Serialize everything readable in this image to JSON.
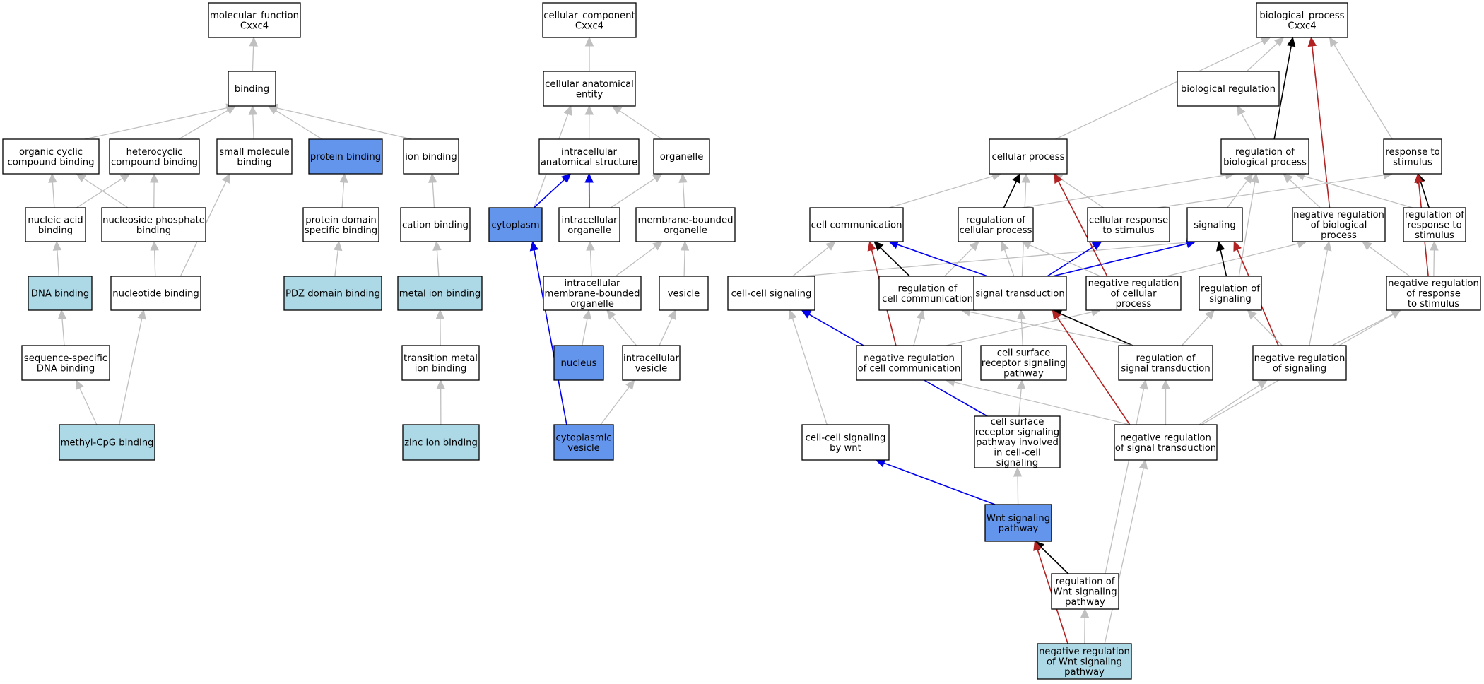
{
  "colors": {
    "white": "#ffffff",
    "annotated_light": "#add8e6",
    "annotated_blue": "#6495ed",
    "edge_gray": "#c0c0c0",
    "edge_black": "#000000",
    "edge_blue": "#0000ee",
    "edge_red": "#b22222"
  },
  "nodes": [
    {
      "id": "mf",
      "lines": [
        "molecular_function",
        "Cxxc4"
      ],
      "fill": "white"
    },
    {
      "id": "binding",
      "lines": [
        "binding"
      ],
      "fill": "white"
    },
    {
      "id": "orgcyc",
      "lines": [
        "organic cyclic",
        "compound binding"
      ],
      "fill": "white"
    },
    {
      "id": "hetcyc",
      "lines": [
        "heterocyclic",
        "compound binding"
      ],
      "fill": "white"
    },
    {
      "id": "smallmol",
      "lines": [
        "small molecule",
        "binding"
      ],
      "fill": "white"
    },
    {
      "id": "protbind",
      "lines": [
        "protein binding"
      ],
      "fill": "annotated_blue"
    },
    {
      "id": "ionbind",
      "lines": [
        "ion binding"
      ],
      "fill": "white"
    },
    {
      "id": "nucacid",
      "lines": [
        "nucleic acid",
        "binding"
      ],
      "fill": "white"
    },
    {
      "id": "nucphos",
      "lines": [
        "nucleoside phosphate",
        "binding"
      ],
      "fill": "white"
    },
    {
      "id": "protdom",
      "lines": [
        "protein domain",
        "specific binding"
      ],
      "fill": "white"
    },
    {
      "id": "cation",
      "lines": [
        "cation binding"
      ],
      "fill": "white"
    },
    {
      "id": "dnabind",
      "lines": [
        "DNA binding"
      ],
      "fill": "annotated_light"
    },
    {
      "id": "nucleotide",
      "lines": [
        "nucleotide binding"
      ],
      "fill": "white"
    },
    {
      "id": "pdz",
      "lines": [
        "PDZ domain binding"
      ],
      "fill": "annotated_light"
    },
    {
      "id": "metal",
      "lines": [
        "metal ion binding"
      ],
      "fill": "annotated_light"
    },
    {
      "id": "seqspec",
      "lines": [
        "sequence-specific",
        "DNA binding"
      ],
      "fill": "white"
    },
    {
      "id": "transmetal",
      "lines": [
        "transition metal",
        "ion binding"
      ],
      "fill": "white"
    },
    {
      "id": "methyl",
      "lines": [
        "methyl-CpG binding"
      ],
      "fill": "annotated_light"
    },
    {
      "id": "zinc",
      "lines": [
        "zinc ion binding"
      ],
      "fill": "annotated_light"
    },
    {
      "id": "cc",
      "lines": [
        "cellular_component",
        "Cxxc4"
      ],
      "fill": "white"
    },
    {
      "id": "cae",
      "lines": [
        "cellular anatomical",
        "entity"
      ],
      "fill": "white"
    },
    {
      "id": "ias",
      "lines": [
        "intracellular",
        "anatomical structure"
      ],
      "fill": "white"
    },
    {
      "id": "organelle",
      "lines": [
        "organelle"
      ],
      "fill": "white"
    },
    {
      "id": "cytoplasm",
      "lines": [
        "cytoplasm"
      ],
      "fill": "annotated_blue"
    },
    {
      "id": "intorg",
      "lines": [
        "intracellular",
        "organelle"
      ],
      "fill": "white"
    },
    {
      "id": "membound",
      "lines": [
        "membrane-bounded",
        "organelle"
      ],
      "fill": "white"
    },
    {
      "id": "intmem",
      "lines": [
        "intracellular",
        "membrane-bounded",
        "organelle"
      ],
      "fill": "white"
    },
    {
      "id": "vesicle",
      "lines": [
        "vesicle"
      ],
      "fill": "white"
    },
    {
      "id": "nucleus",
      "lines": [
        "nucleus"
      ],
      "fill": "annotated_blue"
    },
    {
      "id": "intves",
      "lines": [
        "intracellular",
        "vesicle"
      ],
      "fill": "white"
    },
    {
      "id": "cytves",
      "lines": [
        "cytoplasmic",
        "vesicle"
      ],
      "fill": "annotated_blue"
    },
    {
      "id": "bp",
      "lines": [
        "biological_process",
        "Cxxc4"
      ],
      "fill": "white"
    },
    {
      "id": "bioreg",
      "lines": [
        "biological regulation"
      ],
      "fill": "white"
    },
    {
      "id": "cellproc",
      "lines": [
        "cellular process"
      ],
      "fill": "white"
    },
    {
      "id": "regbio",
      "lines": [
        "regulation of",
        "biological process"
      ],
      "fill": "white"
    },
    {
      "id": "respstim",
      "lines": [
        "response to",
        "stimulus"
      ],
      "fill": "white"
    },
    {
      "id": "cellcomm",
      "lines": [
        "cell communication"
      ],
      "fill": "white"
    },
    {
      "id": "regcell",
      "lines": [
        "regulation of",
        "cellular process"
      ],
      "fill": "white"
    },
    {
      "id": "cellresp",
      "lines": [
        "cellular response",
        "to stimulus"
      ],
      "fill": "white"
    },
    {
      "id": "signaling",
      "lines": [
        "signaling"
      ],
      "fill": "white"
    },
    {
      "id": "negregbio",
      "lines": [
        "negative regulation",
        "of biological",
        "process"
      ],
      "fill": "white"
    },
    {
      "id": "regresp",
      "lines": [
        "regulation of",
        "response to",
        "stimulus"
      ],
      "fill": "white"
    },
    {
      "id": "ccsig",
      "lines": [
        "cell-cell signaling"
      ],
      "fill": "white"
    },
    {
      "id": "regcomm",
      "lines": [
        "regulation of",
        "cell communication"
      ],
      "fill": "white"
    },
    {
      "id": "sigtrans",
      "lines": [
        "signal transduction"
      ],
      "fill": "white"
    },
    {
      "id": "negregcell",
      "lines": [
        "negative regulation",
        "of cellular",
        "process"
      ],
      "fill": "white"
    },
    {
      "id": "regsig",
      "lines": [
        "regulation of",
        "signaling"
      ],
      "fill": "white"
    },
    {
      "id": "negregresp",
      "lines": [
        "negative regulation",
        "of response",
        "to stimulus"
      ],
      "fill": "white"
    },
    {
      "id": "negregcomm",
      "lines": [
        "negative regulation",
        "of cell communication"
      ],
      "fill": "white"
    },
    {
      "id": "csrsp",
      "lines": [
        "cell surface",
        "receptor signaling",
        "pathway"
      ],
      "fill": "white"
    },
    {
      "id": "regsigtrans",
      "lines": [
        "regulation of",
        "signal transduction"
      ],
      "fill": "white"
    },
    {
      "id": "negregsig",
      "lines": [
        "negative regulation",
        "of signaling"
      ],
      "fill": "white"
    },
    {
      "id": "ccwnt",
      "lines": [
        "cell-cell signaling",
        "by wnt"
      ],
      "fill": "white"
    },
    {
      "id": "csrspcc",
      "lines": [
        "cell surface",
        "receptor signaling",
        "pathway involved",
        "in cell-cell",
        "signaling"
      ],
      "fill": "white"
    },
    {
      "id": "negregsigtrans",
      "lines": [
        "negative regulation",
        "of signal transduction"
      ],
      "fill": "white"
    },
    {
      "id": "wnt",
      "lines": [
        "Wnt signaling",
        "pathway"
      ],
      "fill": "annotated_blue"
    },
    {
      "id": "regwnt",
      "lines": [
        "regulation of",
        "Wnt signaling",
        "pathway"
      ],
      "fill": "white"
    },
    {
      "id": "negregwnt",
      "lines": [
        "negative regulation",
        "of Wnt signaling",
        "pathway"
      ],
      "fill": "annotated_light"
    }
  ],
  "edges": [
    {
      "from": "binding",
      "to": "mf",
      "color": "edge_gray"
    },
    {
      "from": "orgcyc",
      "to": "binding",
      "color": "edge_gray"
    },
    {
      "from": "hetcyc",
      "to": "binding",
      "color": "edge_gray"
    },
    {
      "from": "smallmol",
      "to": "binding",
      "color": "edge_gray"
    },
    {
      "from": "protbind",
      "to": "binding",
      "color": "edge_gray"
    },
    {
      "from": "ionbind",
      "to": "binding",
      "color": "edge_gray"
    },
    {
      "from": "nucacid",
      "to": "orgcyc",
      "color": "edge_gray"
    },
    {
      "from": "nucacid",
      "to": "hetcyc",
      "color": "edge_gray"
    },
    {
      "from": "nucphos",
      "to": "orgcyc",
      "color": "edge_gray"
    },
    {
      "from": "nucphos",
      "to": "hetcyc",
      "color": "edge_gray"
    },
    {
      "from": "dnabind",
      "to": "nucacid",
      "color": "edge_gray"
    },
    {
      "from": "nucleotide",
      "to": "nucphos",
      "color": "edge_gray"
    },
    {
      "from": "nucleotide",
      "to": "smallmol",
      "color": "edge_gray"
    },
    {
      "from": "seqspec",
      "to": "dnabind",
      "color": "edge_gray"
    },
    {
      "from": "methyl",
      "to": "seqspec",
      "color": "edge_gray"
    },
    {
      "from": "methyl",
      "to": "nucleotide",
      "color": "edge_gray"
    },
    {
      "from": "protdom",
      "to": "protbind",
      "color": "edge_gray"
    },
    {
      "from": "pdz",
      "to": "protdom",
      "color": "edge_gray"
    },
    {
      "from": "cation",
      "to": "ionbind",
      "color": "edge_gray"
    },
    {
      "from": "metal",
      "to": "cation",
      "color": "edge_gray"
    },
    {
      "from": "transmetal",
      "to": "metal",
      "color": "edge_gray"
    },
    {
      "from": "zinc",
      "to": "transmetal",
      "color": "edge_gray"
    },
    {
      "from": "cae",
      "to": "cc",
      "color": "edge_gray"
    },
    {
      "from": "ias",
      "to": "cae",
      "color": "edge_gray"
    },
    {
      "from": "organelle",
      "to": "cae",
      "color": "edge_gray"
    },
    {
      "from": "cytoplasm",
      "to": "cae",
      "color": "edge_gray"
    },
    {
      "from": "cytoplasm",
      "to": "ias",
      "color": "edge_blue"
    },
    {
      "from": "intorg",
      "to": "ias",
      "color": "edge_blue"
    },
    {
      "from": "intorg",
      "to": "organelle",
      "color": "edge_gray"
    },
    {
      "from": "membound",
      "to": "organelle",
      "color": "edge_gray"
    },
    {
      "from": "intmem",
      "to": "intorg",
      "color": "edge_gray"
    },
    {
      "from": "intmem",
      "to": "membound",
      "color": "edge_gray"
    },
    {
      "from": "vesicle",
      "to": "membound",
      "color": "edge_gray"
    },
    {
      "from": "nucleus",
      "to": "intmem",
      "color": "edge_gray"
    },
    {
      "from": "intves",
      "to": "intmem",
      "color": "edge_gray"
    },
    {
      "from": "intves",
      "to": "vesicle",
      "color": "edge_gray"
    },
    {
      "from": "cytves",
      "to": "intves",
      "color": "edge_gray"
    },
    {
      "from": "cytves",
      "to": "cytoplasm",
      "color": "edge_blue"
    },
    {
      "from": "bioreg",
      "to": "bp",
      "color": "edge_gray"
    },
    {
      "from": "cellproc",
      "to": "bp",
      "color": "edge_gray"
    },
    {
      "from": "regbio",
      "to": "bp",
      "color": "edge_black"
    },
    {
      "from": "regbio",
      "to": "bioreg",
      "color": "edge_gray"
    },
    {
      "from": "respstim",
      "to": "bp",
      "color": "edge_gray"
    },
    {
      "from": "negregbio",
      "to": "bp",
      "color": "edge_red"
    },
    {
      "from": "negregbio",
      "to": "regbio",
      "color": "edge_gray"
    },
    {
      "from": "cellcomm",
      "to": "cellproc",
      "color": "edge_gray"
    },
    {
      "from": "regcell",
      "to": "cellproc",
      "color": "edge_black"
    },
    {
      "from": "regcell",
      "to": "regbio",
      "color": "edge_gray"
    },
    {
      "from": "cellresp",
      "to": "cellproc",
      "color": "edge_gray"
    },
    {
      "from": "cellresp",
      "to": "respstim",
      "color": "edge_gray"
    },
    {
      "from": "signaling",
      "to": "regbio",
      "color": "edge_gray"
    },
    {
      "from": "regresp",
      "to": "respstim",
      "color": "edge_black"
    },
    {
      "from": "regresp",
      "to": "regbio",
      "color": "edge_gray"
    },
    {
      "from": "ccsig",
      "to": "cellcomm",
      "color": "edge_gray"
    },
    {
      "from": "ccsig",
      "to": "signaling",
      "color": "edge_gray"
    },
    {
      "from": "regcomm",
      "to": "cellcomm",
      "color": "edge_black"
    },
    {
      "from": "regcomm",
      "to": "regcell",
      "color": "edge_gray"
    },
    {
      "from": "sigtrans",
      "to": "cellcomm",
      "color": "edge_blue"
    },
    {
      "from": "sigtrans",
      "to": "cellresp",
      "color": "edge_blue"
    },
    {
      "from": "sigtrans",
      "to": "signaling",
      "color": "edge_blue"
    },
    {
      "from": "sigtrans",
      "to": "cellproc",
      "color": "edge_gray"
    },
    {
      "from": "sigtrans",
      "to": "regcell",
      "color": "edge_gray"
    },
    {
      "from": "negregcell",
      "to": "cellproc",
      "color": "edge_red"
    },
    {
      "from": "negregcell",
      "to": "regcell",
      "color": "edge_gray"
    },
    {
      "from": "negregcell",
      "to": "negregbio",
      "color": "edge_gray"
    },
    {
      "from": "regsig",
      "to": "signaling",
      "color": "edge_black"
    },
    {
      "from": "regsig",
      "to": "regbio",
      "color": "edge_gray"
    },
    {
      "from": "negregresp",
      "to": "respstim",
      "color": "edge_red"
    },
    {
      "from": "negregresp",
      "to": "regresp",
      "color": "edge_gray"
    },
    {
      "from": "negregresp",
      "to": "negregbio",
      "color": "edge_gray"
    },
    {
      "from": "negregcomm",
      "to": "cellcomm",
      "color": "edge_red"
    },
    {
      "from": "negregcomm",
      "to": "regcomm",
      "color": "edge_gray"
    },
    {
      "from": "negregcomm",
      "to": "negregcell",
      "color": "edge_gray"
    },
    {
      "from": "csrsp",
      "to": "sigtrans",
      "color": "edge_gray"
    },
    {
      "from": "regsigtrans",
      "to": "sigtrans",
      "color": "edge_black"
    },
    {
      "from": "regsigtrans",
      "to": "regcomm",
      "color": "edge_gray"
    },
    {
      "from": "regsigtrans",
      "to": "regsig",
      "color": "edge_gray"
    },
    {
      "from": "negregsig",
      "to": "signaling",
      "color": "edge_red"
    },
    {
      "from": "negregsig",
      "to": "regsig",
      "color": "edge_gray"
    },
    {
      "from": "negregsig",
      "to": "negregbio",
      "color": "edge_gray"
    },
    {
      "from": "negregsig",
      "to": "negregresp",
      "color": "edge_gray"
    },
    {
      "from": "ccwnt",
      "to": "ccsig",
      "color": "edge_gray"
    },
    {
      "from": "csrspcc",
      "to": "ccsig",
      "color": "edge_blue"
    },
    {
      "from": "csrspcc",
      "to": "csrsp",
      "color": "edge_gray"
    },
    {
      "from": "negregsigtrans",
      "to": "sigtrans",
      "color": "edge_red"
    },
    {
      "from": "negregsigtrans",
      "to": "regsigtrans",
      "color": "edge_gray"
    },
    {
      "from": "negregsigtrans",
      "to": "negregsig",
      "color": "edge_gray"
    },
    {
      "from": "negregsigtrans",
      "to": "negregcomm",
      "color": "edge_gray"
    },
    {
      "from": "negregsigtrans",
      "to": "negregresp",
      "color": "edge_gray"
    },
    {
      "from": "wnt",
      "to": "csrspcc",
      "color": "edge_gray"
    },
    {
      "from": "wnt",
      "to": "ccwnt",
      "color": "edge_blue"
    },
    {
      "from": "regwnt",
      "to": "wnt",
      "color": "edge_black"
    },
    {
      "from": "regwnt",
      "to": "regsigtrans",
      "color": "edge_gray"
    },
    {
      "from": "negregwnt",
      "to": "wnt",
      "color": "edge_red"
    },
    {
      "from": "negregwnt",
      "to": "regwnt",
      "color": "edge_gray"
    },
    {
      "from": "negregwnt",
      "to": "negregsigtrans",
      "color": "edge_gray"
    }
  ]
}
